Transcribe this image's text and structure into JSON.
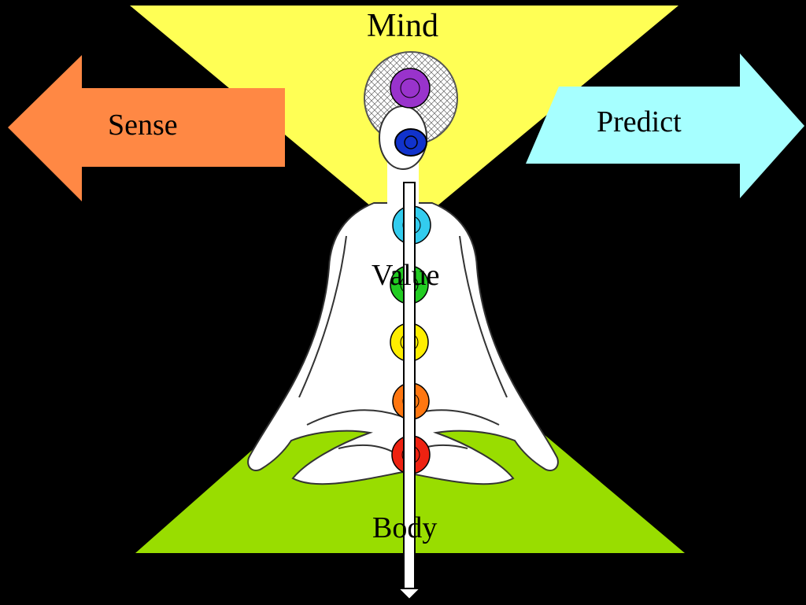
{
  "labels": {
    "mind": "Mind",
    "sense": "Sense",
    "predict": "Predict",
    "value": "Value",
    "body": "Body"
  },
  "colors": {
    "background": "#000000",
    "mind_triangle": "#FFFF55",
    "body_triangle": "#99DD00",
    "sense_arrow": "#FF8844",
    "predict_arrow": "#A6FFFF",
    "figure": "#FFFFFF",
    "chakra_crown": "#9933CC",
    "chakra_third_eye": "#1133CC",
    "chakra_throat": "#33CCEE",
    "chakra_heart": "#22CC22",
    "chakra_solar": "#FFEE00",
    "chakra_sacral": "#FF7711",
    "chakra_root": "#EE2211"
  },
  "icons": [
    "meditating-figure-icon",
    "chakra-lotus-icon",
    "down-arrow-icon"
  ]
}
